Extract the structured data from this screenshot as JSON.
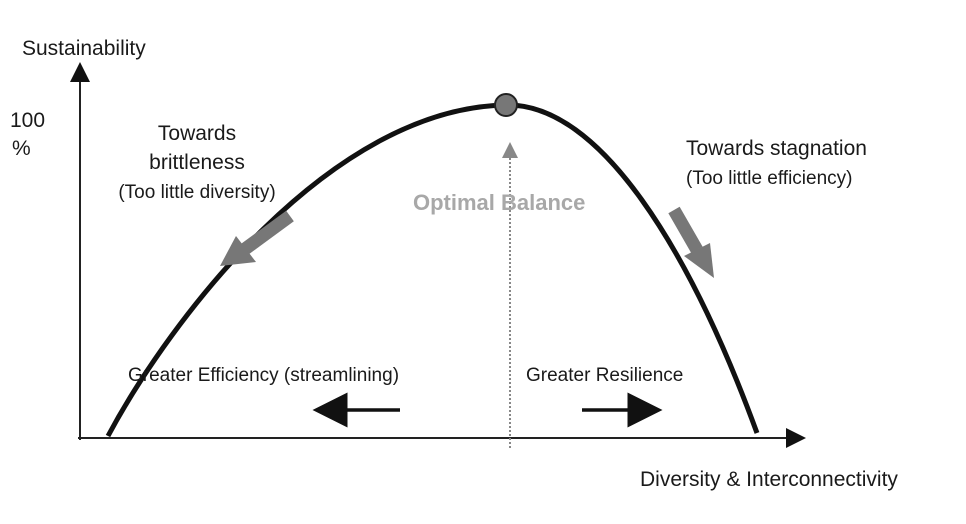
{
  "y_axis_label": "Sustainability",
  "y_tick": {
    "line1": "100",
    "line2": "%"
  },
  "x_axis_label": "Diversity & Interconnectivity",
  "left_note": {
    "line1": "Towards",
    "line2": "brittleness",
    "line3": "(Too little diversity)"
  },
  "right_note": {
    "line1": "Towards stagnation",
    "line2": "(Too little efficiency)"
  },
  "center_label": "Optimal Balance",
  "left_direction": "Greater Efficiency (streamlining)",
  "right_direction": "Greater Resilience",
  "colors": {
    "curve": "#111111",
    "gray_arrow": "#777777",
    "optimal_text": "#a8a8a8",
    "peak_dot": "#777777"
  }
}
